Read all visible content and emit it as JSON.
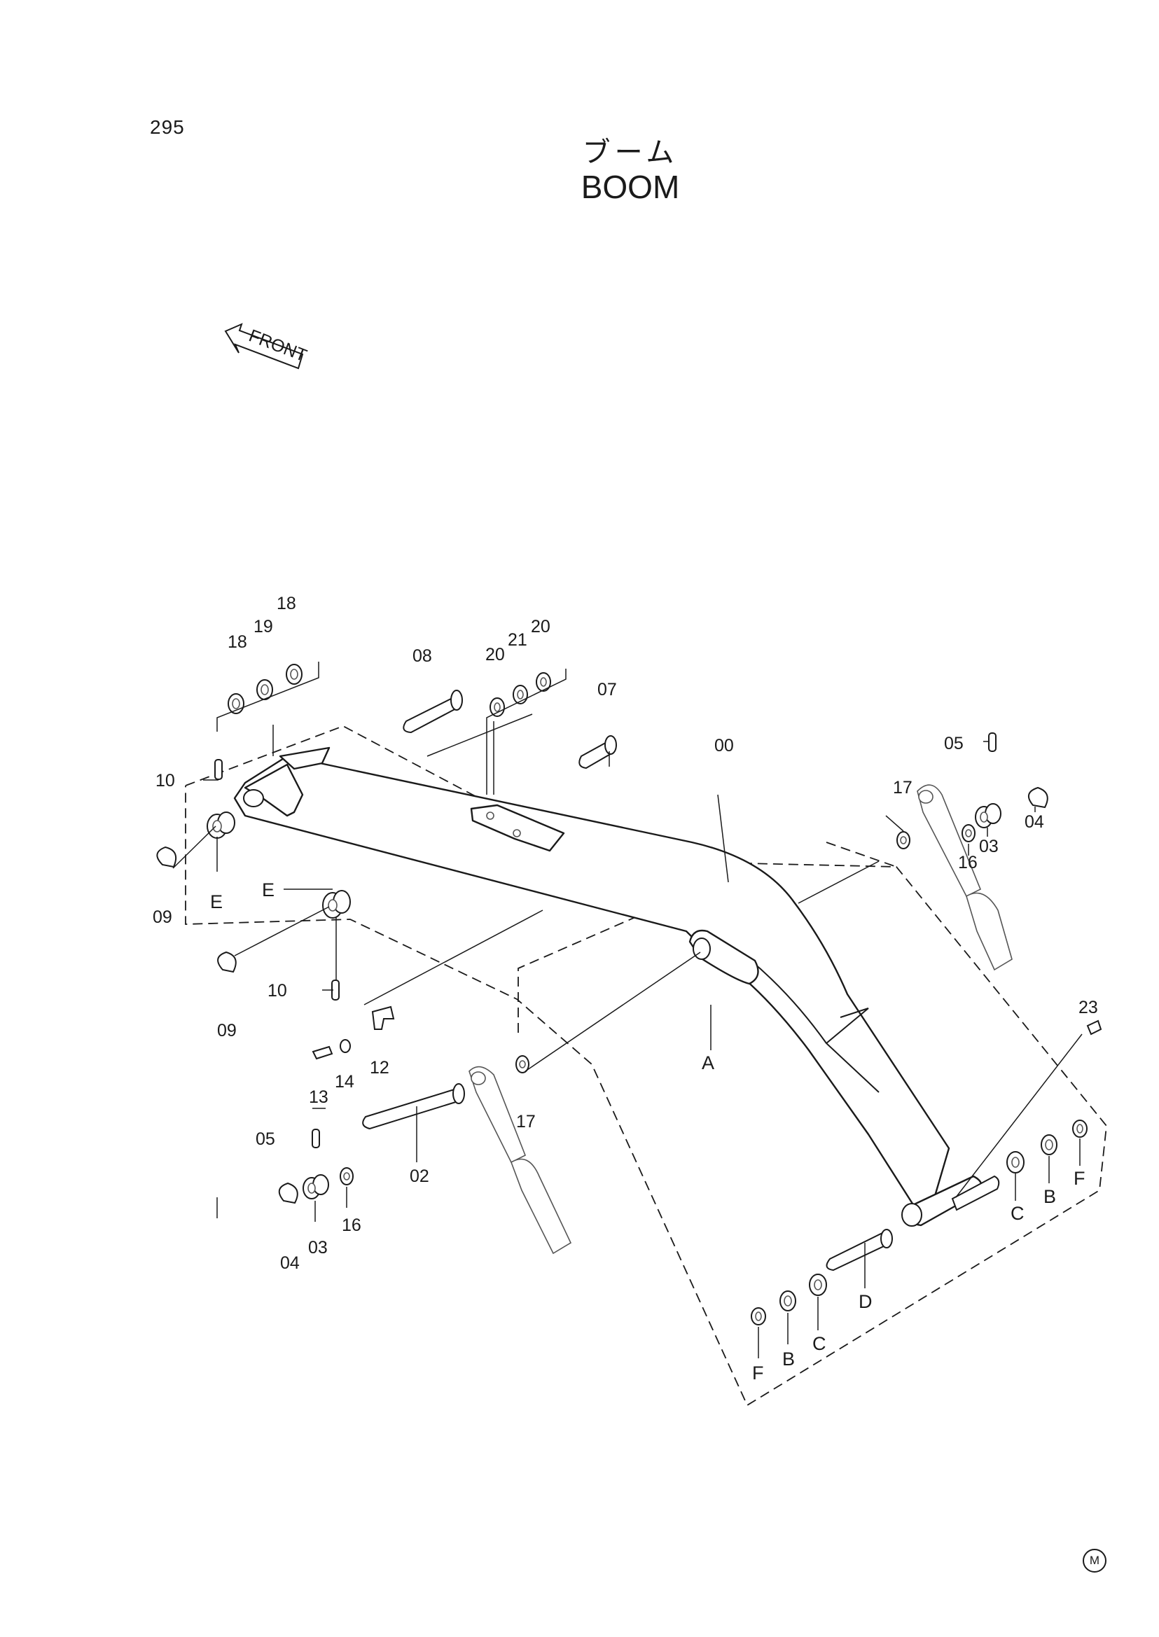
{
  "page_number": "295",
  "title": {
    "japanese": "ブーム",
    "english": "BOOM"
  },
  "front_arrow_label": "FRONT",
  "part_labels": {
    "p00": "00",
    "p02": "02",
    "p03a": "03",
    "p03b": "03",
    "p04a": "04",
    "p04b": "04",
    "p05a": "05",
    "p05b": "05",
    "p07": "07",
    "p08": "08",
    "p09a": "09",
    "p09b": "09",
    "p10a": "10",
    "p10b": "10",
    "p12": "12",
    "p13": "13",
    "p14": "14",
    "p16a": "16",
    "p16b": "16",
    "p17a": "17",
    "p17b": "17",
    "p18a": "18",
    "p18b": "18",
    "p19": "19",
    "p20a": "20",
    "p20b": "20",
    "p21": "21",
    "p23": "23"
  },
  "reference_labels": {
    "A": "A",
    "B1": "B",
    "B2": "B",
    "C1": "C",
    "C2": "C",
    "D": "D",
    "E1": "E",
    "E2": "E",
    "F1": "F",
    "F2": "F"
  },
  "corner_mark": "M"
}
